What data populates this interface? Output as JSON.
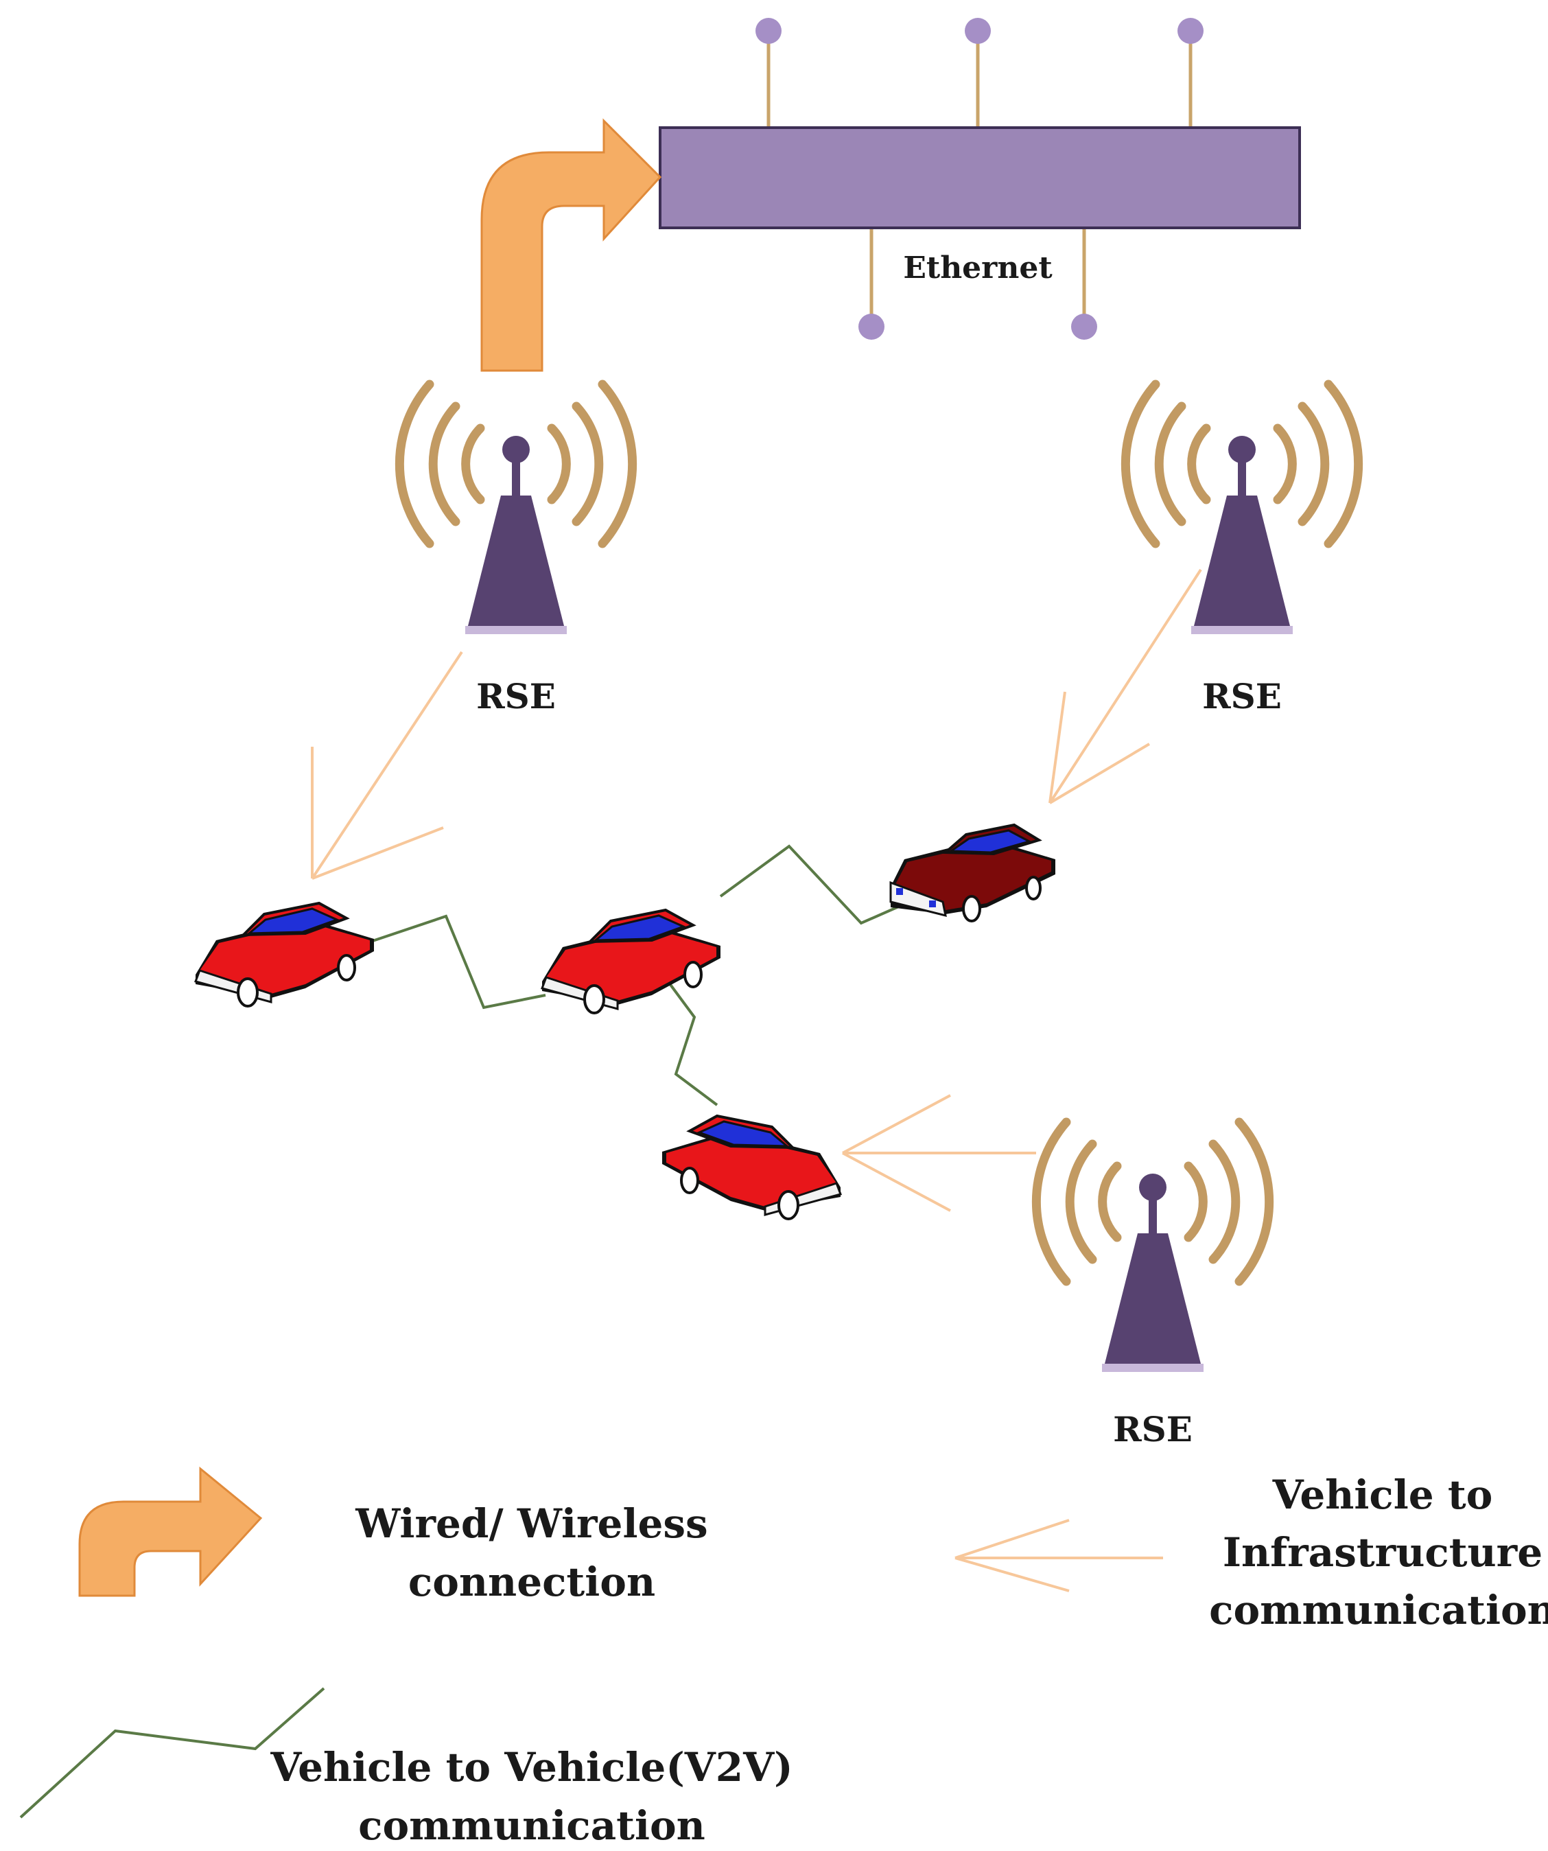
{
  "diagram": {
    "ethernet_label": "Ethernet",
    "rse_labels": [
      "RSE",
      "RSE",
      "RSE"
    ],
    "colors": {
      "ethernet_bar": "#9b86b6",
      "node_dot": "#a58fc6",
      "drop_line": "#c9a46a",
      "wired_arrow": "#f5ad64",
      "tower": "#574270",
      "wave": "#c29a62",
      "v2i_line": "#f7c79a",
      "v2v_line": "#5a7a46",
      "car_red": "#e8161a",
      "car_dark": "#7c0a0a",
      "car_window": "#2030d8"
    }
  },
  "legend": {
    "wired_wireless_line1": "Wired/ Wireless",
    "wired_wireless_line2": "connection",
    "v2i_line1": "Vehicle to",
    "v2i_line2": "Infrastructure",
    "v2i_line3": "communication",
    "v2v_line1": "Vehicle to Vehicle(V2V)",
    "v2v_line2": "communication"
  }
}
